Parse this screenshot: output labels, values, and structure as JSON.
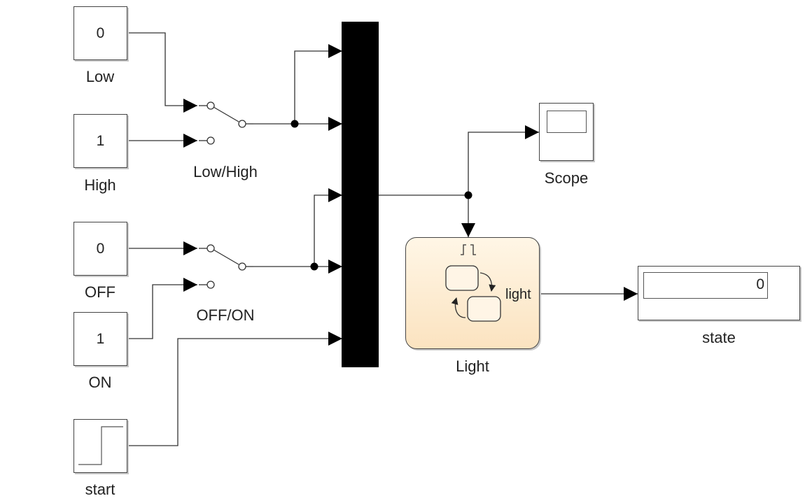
{
  "blocks": {
    "low": {
      "label": "Low",
      "value": "0"
    },
    "high": {
      "label": "High",
      "value": "1"
    },
    "off": {
      "label": "OFF",
      "value": "0"
    },
    "on": {
      "label": "ON",
      "value": "1"
    },
    "start": {
      "label": "start"
    },
    "switch1": {
      "label": "Low/High"
    },
    "switch2": {
      "label": "OFF/ON"
    },
    "scope": {
      "label": "Scope"
    },
    "chart": {
      "label": "Light",
      "output_port": "light"
    },
    "display": {
      "label": "state",
      "value": "0"
    }
  },
  "colors": {
    "chart_fill_top": "#fff6e6",
    "chart_fill_bottom": "#fbe3c0",
    "mux": "#000000"
  }
}
